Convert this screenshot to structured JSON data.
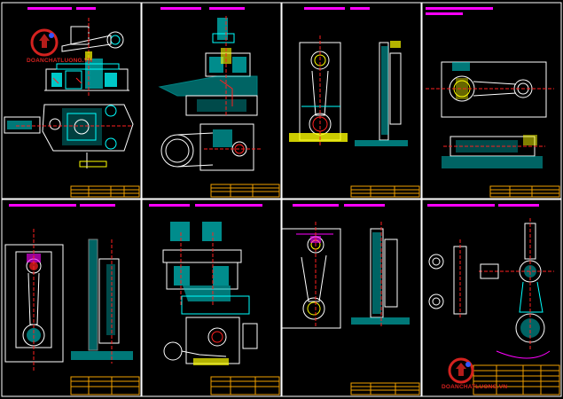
{
  "watermark": {
    "brand": "DOANCHATLUONG.VN",
    "color": "#d4221f"
  },
  "colors": {
    "background": "#000000",
    "frame": "#ffffff",
    "title_bar": "#ff00ff",
    "cyan": "#00ffff",
    "yellow": "#ffff00",
    "red": "#ff2020",
    "green": "#00ff00",
    "title_block": "#f0a000"
  },
  "sheets": [
    {
      "id": 1,
      "view": "fixture-assembly-with-clamp-and-base"
    },
    {
      "id": 2,
      "view": "drill-jig-assembly-with-bushing"
    },
    {
      "id": 3,
      "view": "connecting-rod-fixture-front-and-side"
    },
    {
      "id": 4,
      "view": "connecting-rod-plan-and-section"
    },
    {
      "id": 5,
      "view": "boring-fixture-front-and-side"
    },
    {
      "id": 6,
      "view": "milling-fixture-assembly"
    },
    {
      "id": 7,
      "view": "connecting-rod-fixture-plate-and-side"
    },
    {
      "id": 8,
      "view": "connecting-rod-part-drawing"
    }
  ]
}
